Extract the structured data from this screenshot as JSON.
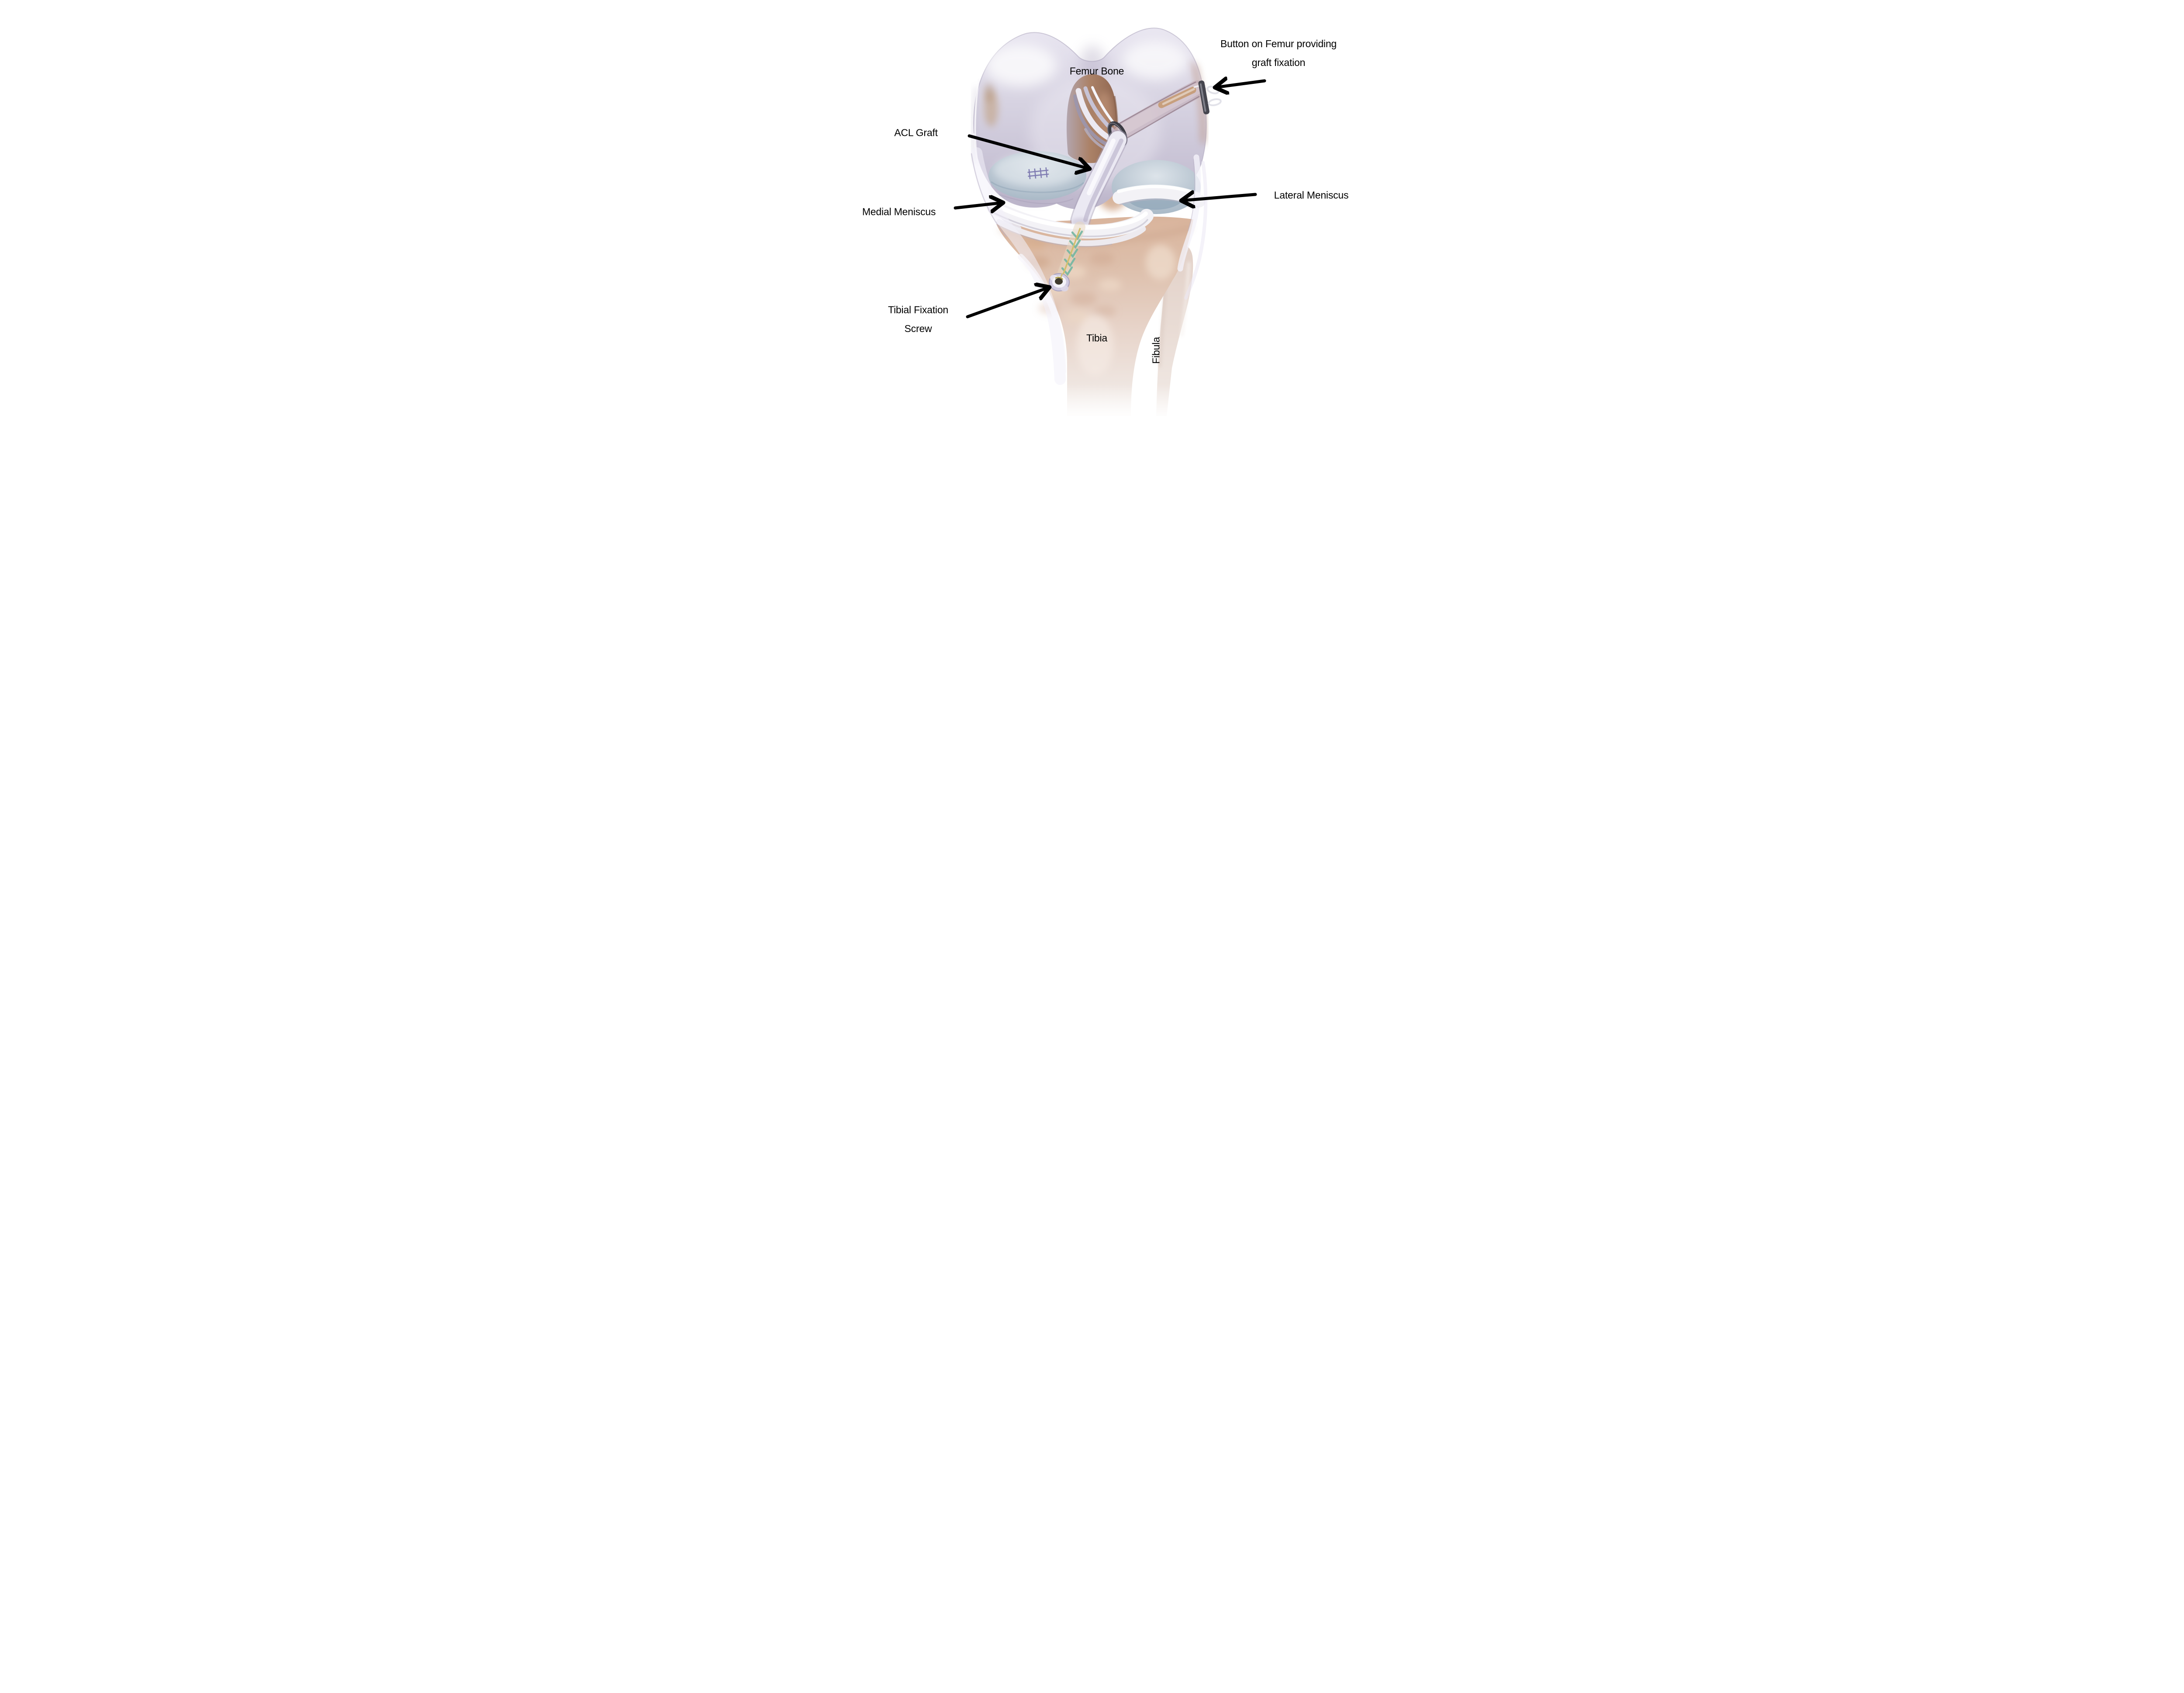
{
  "diagram": {
    "type": "anatomy-illustration",
    "subject": "Knee joint with ACL graft reconstruction (anterior view)",
    "background": "#ffffff",
    "labels": {
      "femur": {
        "text": "Femur Bone"
      },
      "button": {
        "line1": "Button on Femur providing",
        "line2": "graft fixation"
      },
      "acl": {
        "text": "ACL Graft"
      },
      "lateral_meniscus": {
        "text": "Lateral Meniscus"
      },
      "medial_meniscus": {
        "text": "Medial Meniscus"
      },
      "tibial_screw": {
        "line1": "Tibial Fixation",
        "line2": "Screw"
      },
      "tibia": {
        "text": "Tibia"
      },
      "fibula": {
        "text": "Fibula"
      }
    },
    "colors": {
      "background": "#ffffff",
      "label_text": "#000000",
      "arrow": "#000000",
      "femur_bone": "#d5d1e0",
      "cartilage_blue": "#b7c4d0",
      "meniscus_white": "#f3f2f6",
      "notch_brown": "#a8826b",
      "tibia_bone": "#dcb9a4",
      "fibula_bone": "#e8dbd5",
      "acl_graft": "#ebe9f3",
      "graft_sheath": "#c5aab2",
      "fixation_button": "#45454e",
      "screw_head": "#cfcadf",
      "interference_teal": "#74b6a2",
      "suture_yellow": "#d2bf6e"
    }
  }
}
